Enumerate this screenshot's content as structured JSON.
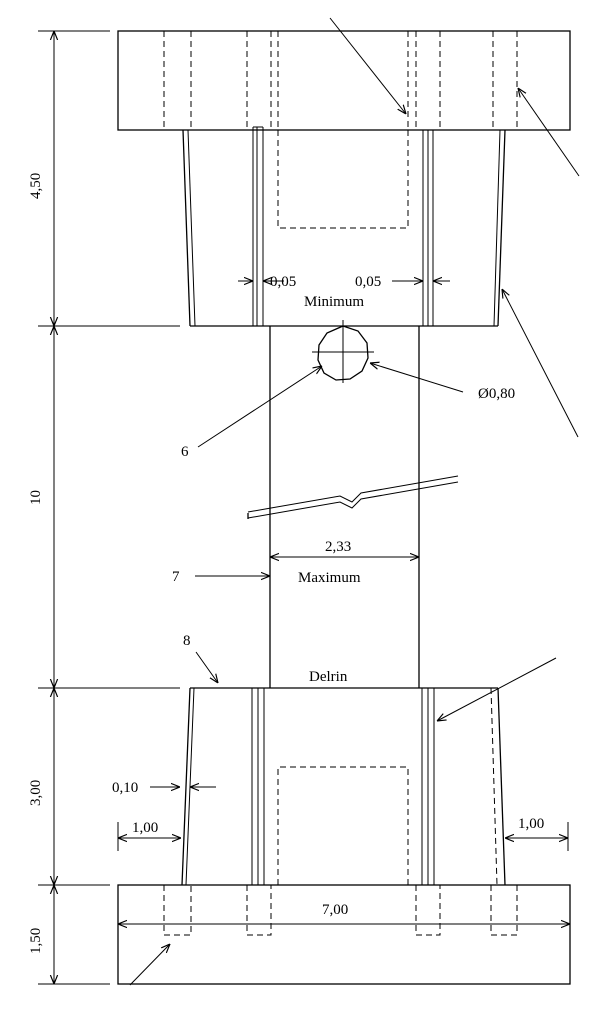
{
  "dimensions": {
    "top_cap_height": "4,50",
    "middle_length": "10",
    "lower_part_height": "3,00",
    "base_height": "1,50",
    "gap_left": "0,05",
    "gap_right": "0,05",
    "min_label": "Minimum",
    "hole_diameter": "Ø0,80",
    "width_max": "2,33",
    "max_label": "Maximum",
    "taper": "0,10",
    "offset_left": "1,00",
    "offset_right": "1,00",
    "base_width": "7,00"
  },
  "labels": {
    "callout_6": "6",
    "callout_7": "7",
    "callout_8": "8",
    "material": "Delrin"
  }
}
